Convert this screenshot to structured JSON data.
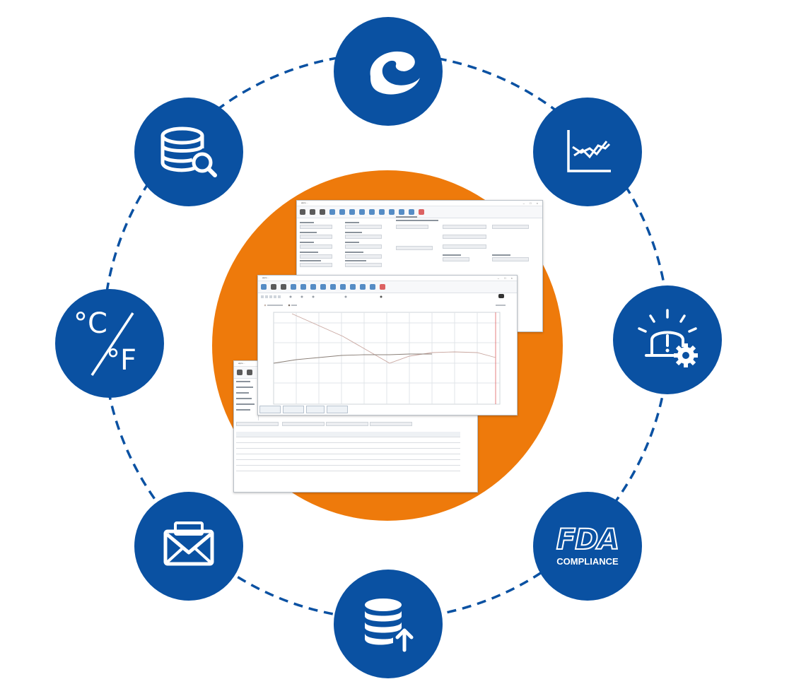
{
  "colors": {
    "primary": "#0a51a2",
    "accent": "#ee7a0b",
    "ring": "#0a51a2",
    "grid": "#e1e4e8"
  },
  "features": [
    {
      "id": "software",
      "icon": "elpro-e-logo-icon"
    },
    {
      "id": "trend",
      "icon": "line-chart-icon"
    },
    {
      "id": "alarm",
      "icon": "alarm-settings-icon"
    },
    {
      "id": "fda",
      "icon": "fda-compliance-badge",
      "badge_title": "FDA",
      "badge_subtitle": "COMPLIANCE"
    },
    {
      "id": "backup",
      "icon": "database-upload-icon"
    },
    {
      "id": "email",
      "icon": "email-notification-icon"
    },
    {
      "id": "units",
      "icon": "celsius-fahrenheit-icon",
      "unit_c": "°C",
      "unit_f": "°F"
    },
    {
      "id": "search",
      "icon": "database-search-icon"
    }
  ],
  "screens": {
    "settings_window": {
      "title": "elpro ...",
      "controls": "– □ ×"
    },
    "chart_window": {
      "title": "elpro ...",
      "controls": "– □ ×"
    },
    "report_window": {
      "title": "elpro ...",
      "controls": "– □ ×"
    }
  }
}
